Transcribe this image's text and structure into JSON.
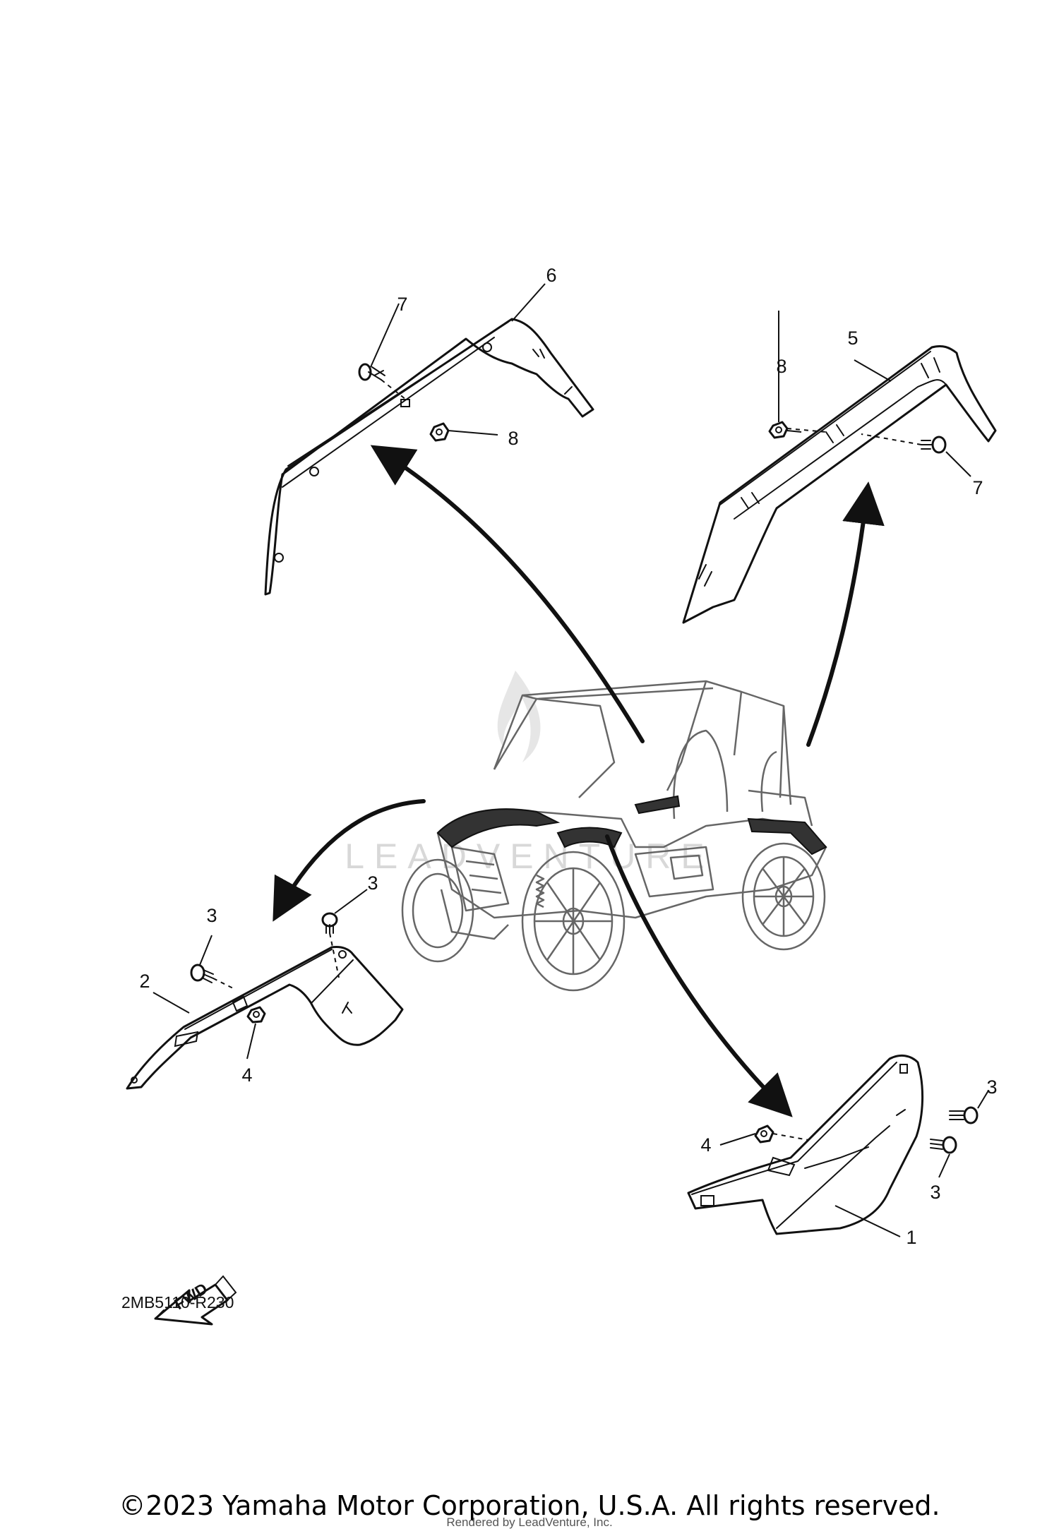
{
  "diagram": {
    "callouts": {
      "c1": "1",
      "c2": "2",
      "c3a": "3",
      "c3b": "3",
      "c3c": "3",
      "c3d": "3",
      "c4a": "4",
      "c4b": "4",
      "c5": "5",
      "c6": "6",
      "c7a": "7",
      "c7b": "7",
      "c8a": "8",
      "c8b": "8"
    },
    "fwd_label": "FWD",
    "diagram_id": "2MB5110-R230",
    "watermark": "LEADVENTURE"
  },
  "footer": {
    "copyright": "©2023 Yamaha Motor Corporation, U.S.A. All rights reserved.",
    "rendered_by": "Rendered by LeadVenture, Inc."
  },
  "colors": {
    "line": "#111111",
    "background": "#ffffff",
    "watermark": "#d8d8d8"
  }
}
